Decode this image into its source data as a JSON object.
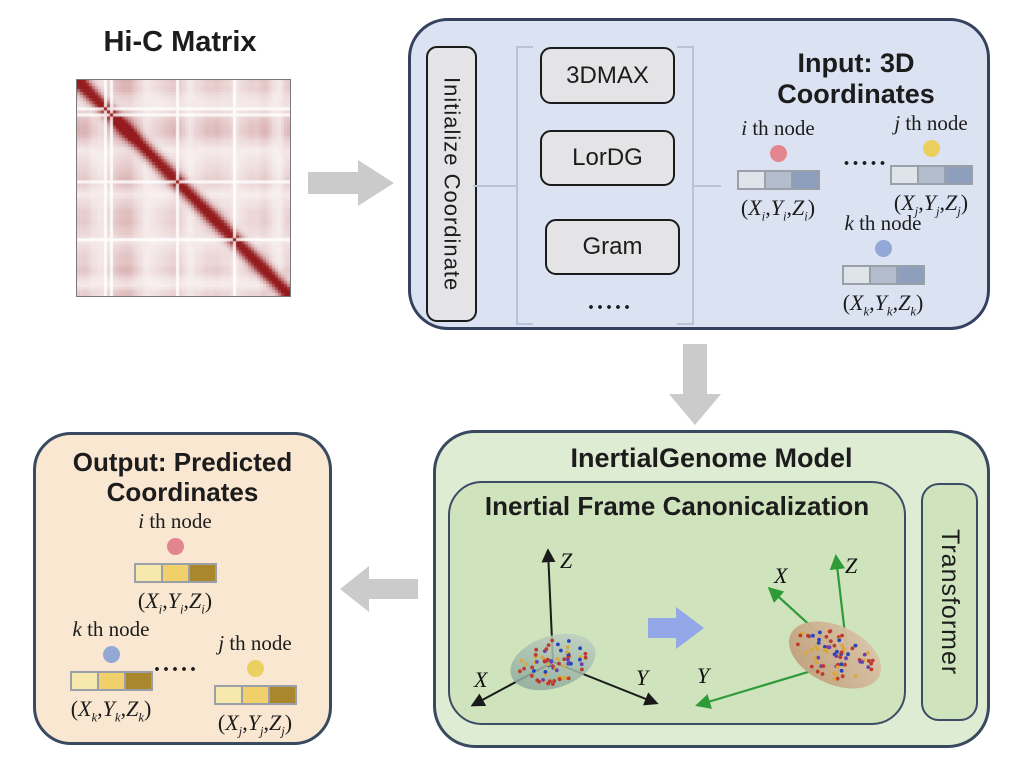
{
  "hic": {
    "title": "Hi-C Matrix"
  },
  "input_panel": {
    "init_label": "Initialize Coordinate",
    "methods": [
      "3DMAX",
      "LorDG",
      "Gram"
    ],
    "methods_ellipsis": ".....",
    "title_line1": "Input: 3D",
    "title_line2": "Coordinates",
    "nodes_ellipsis": ".....",
    "bar_colors": [
      "#dfe3ea",
      "#b3bdcd",
      "#8d9fbd"
    ],
    "nodes": [
      {
        "label_var": "i",
        "label_rest": " th node",
        "dot_color": "#e2858f",
        "sub": "i",
        "vars": [
          "X",
          "Y",
          "Z"
        ]
      },
      {
        "label_var": "j",
        "label_rest": " th node",
        "dot_color": "#ecd05e",
        "sub": "j",
        "vars": [
          "X",
          "Y",
          "Z"
        ]
      },
      {
        "label_var": "k",
        "label_rest": " th node",
        "dot_color": "#93a8d7",
        "sub": "k",
        "vars": [
          "X",
          "Y",
          "Z"
        ]
      }
    ]
  },
  "model_panel": {
    "title": "InertialGenome Model",
    "inner_title": "Inertial Frame Canonicalization",
    "transformer_label": "Transformer",
    "axes": {
      "x": "X",
      "y": "Y",
      "z": "Z"
    },
    "left_axis_color": "#1a1a1a",
    "right_axis_color": "#2f9a38",
    "scatter_colors": [
      "#c0392b",
      "#2743c0",
      "#d9a83c",
      "#6b3fb5"
    ]
  },
  "output_panel": {
    "title_line1": "Output: Predicted",
    "title_line2": "Coordinates",
    "nodes_ellipsis": ".....",
    "bar_colors": [
      "#f7e9ae",
      "#f1cf6b",
      "#aa872d"
    ],
    "nodes": [
      {
        "label_var": "i",
        "label_rest": " th node",
        "dot_color": "#e2858f",
        "sub": "i",
        "vars": [
          "X",
          "Y",
          "Z"
        ]
      },
      {
        "label_var": "k",
        "label_rest": " th node",
        "dot_color": "#93a8d7",
        "sub": "k",
        "vars": [
          "X",
          "Y",
          "Z"
        ]
      },
      {
        "label_var": "j",
        "label_rest": " th node",
        "dot_color": "#ecd05e",
        "sub": "j",
        "vars": [
          "X",
          "Y",
          "Z"
        ]
      }
    ]
  }
}
